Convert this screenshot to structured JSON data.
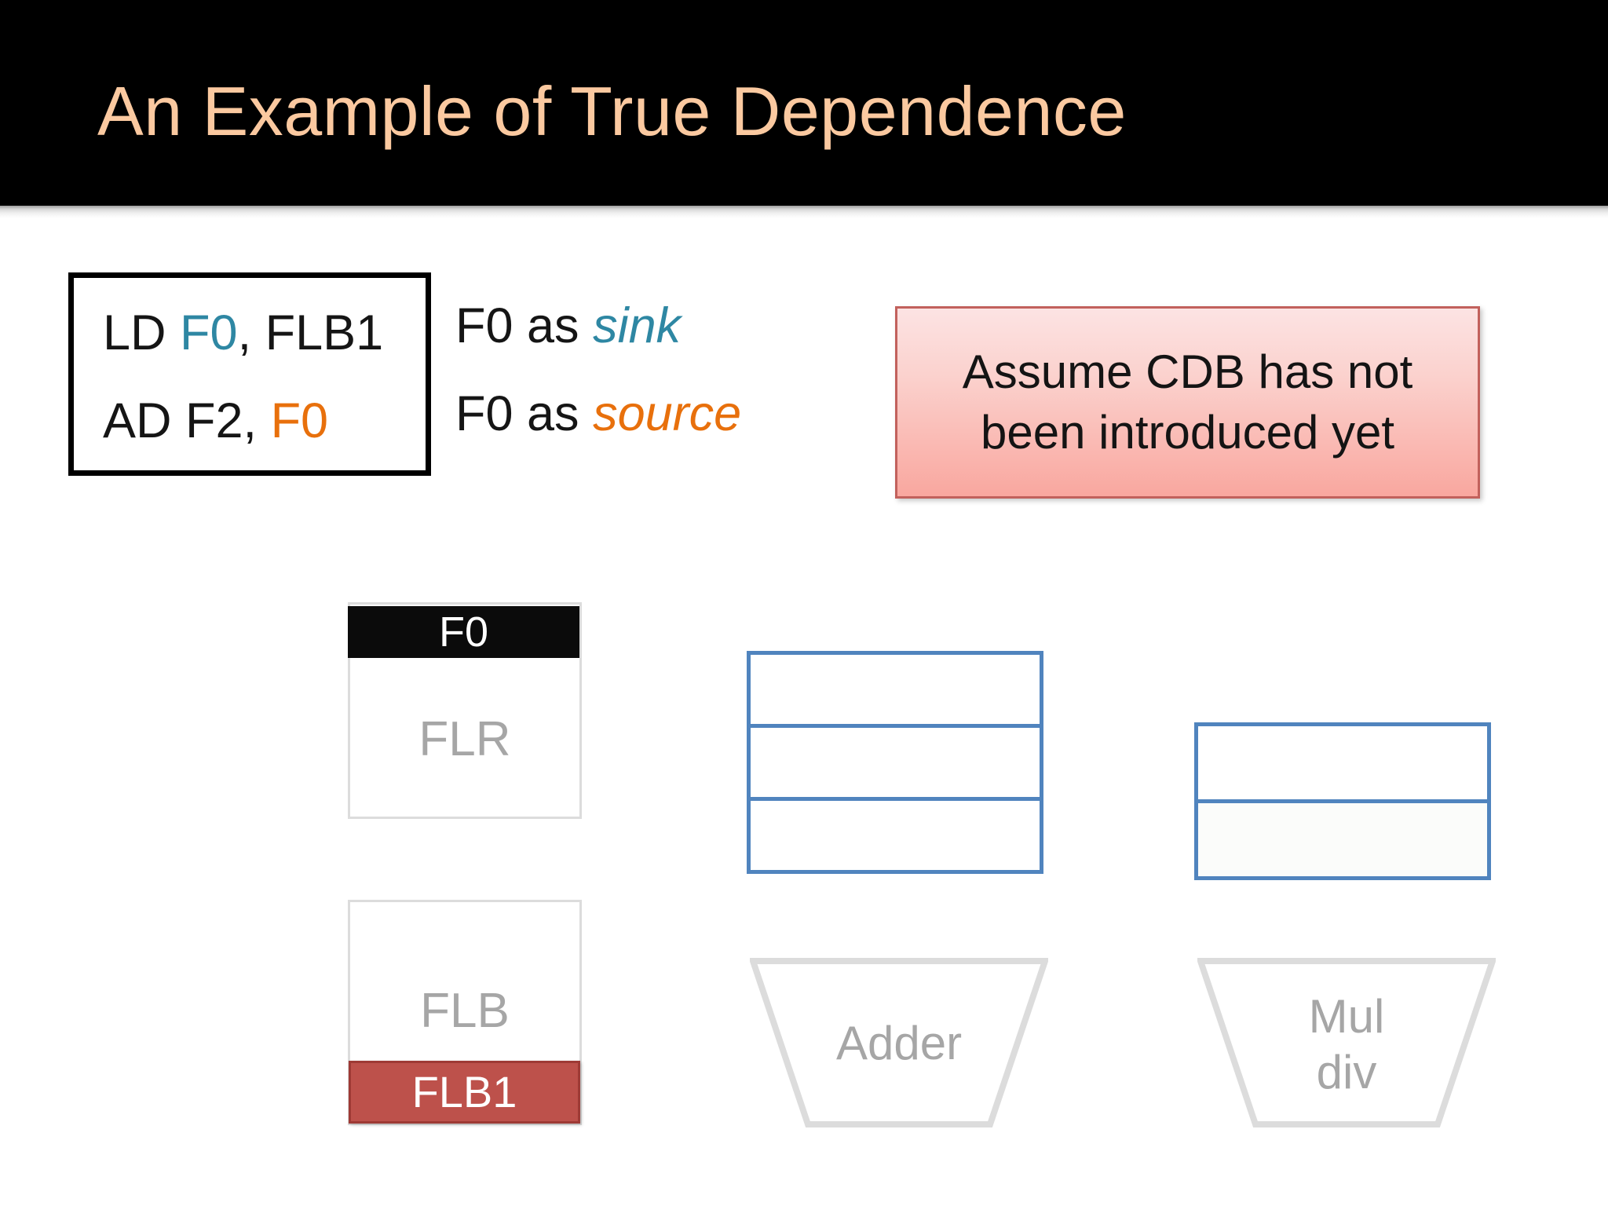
{
  "slide": {
    "title": "An Example of True Dependence",
    "title_color": "#FBC9A0",
    "title_band_color": "#000000"
  },
  "instruction_box": {
    "line1": {
      "prefix": "LD ",
      "reg_sink": "F0",
      "middle": ", FLB1",
      "sink_color": "#2E87A3"
    },
    "line2": {
      "prefix": "AD F2, ",
      "reg_source": "F0",
      "source_color": "#E8700C"
    }
  },
  "role_labels": {
    "sink": {
      "text": "F0 as ",
      "emphasis": "sink",
      "color": "#2E87A3"
    },
    "source": {
      "text": "F0 as ",
      "emphasis": "source",
      "color": "#E8700C"
    }
  },
  "note": {
    "line1": "Assume CDB has not",
    "line2": "been introduced yet",
    "border_color": "#C2615C",
    "fill_top": "#FCE3E3",
    "fill_bottom": "#F9A79F"
  },
  "register_file": {
    "name": "FLR",
    "highlight_entry": "F0",
    "highlight_bg": "#0B0B0B",
    "highlight_fg": "#FFFFFF",
    "label_color": "#A6A6A6"
  },
  "load_buffer": {
    "name": "FLB",
    "highlight_entry": "FLB1",
    "highlight_bg": "#BD514B",
    "highlight_border": "#9E3A35",
    "highlight_fg": "#FFFFFF",
    "label_color": "#A6A6A6"
  },
  "reservation_stations": [
    {
      "id": "adder-rs",
      "row_count": 3,
      "rows": [
        "",
        "",
        ""
      ],
      "border_color": "#5084BE"
    },
    {
      "id": "muldiv-rs",
      "row_count": 2,
      "rows": [
        "",
        ""
      ],
      "border_color": "#5084BE"
    }
  ],
  "functional_units": [
    {
      "id": "adder",
      "label_line1": "Adder",
      "label_line2": "",
      "outline_color": "#DCDCDC",
      "label_color": "#A6A6A6"
    },
    {
      "id": "muldiv",
      "label_line1": "Mul",
      "label_line2": "div",
      "outline_color": "#DCDCDC",
      "label_color": "#A6A6A6"
    }
  ]
}
